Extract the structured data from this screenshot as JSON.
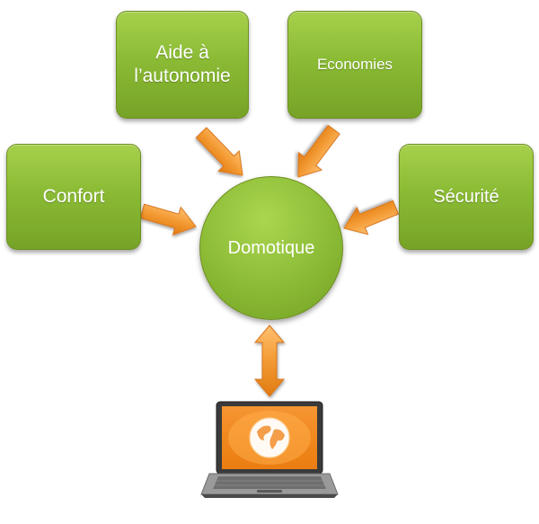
{
  "nodes": {
    "center": "Domotique",
    "confort": "Confort",
    "aide_line1": "Aide à",
    "aide_line2": "l’autonomie",
    "economies": "Economies",
    "securite": "Sécurité"
  },
  "colors": {
    "box_green": "#8bbb35",
    "arrow_orange": "#f39a33",
    "screen_orange": "#f07f12"
  },
  "icons": {
    "laptop": "laptop-icon",
    "globe": "globe-icon"
  }
}
